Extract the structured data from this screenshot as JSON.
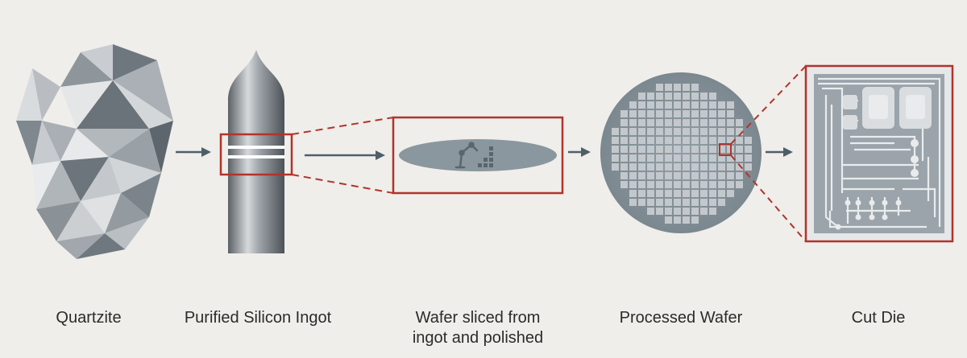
{
  "captions": {
    "quartzite": "Quartzite",
    "ingot": "Purified Silicon Ingot",
    "wafer_sliced_line1": "Wafer sliced from",
    "wafer_sliced_line2": "ingot and polished",
    "processed_wafer": "Processed Wafer",
    "cut_die": "Cut Die"
  },
  "colors": {
    "background": "#efeeea",
    "highlight_red": "#b3332b",
    "arrow": "#4f5f69",
    "wafer": "#8a979e",
    "die_cell": "#c3c8cc",
    "circuit": "#7d8a91"
  }
}
